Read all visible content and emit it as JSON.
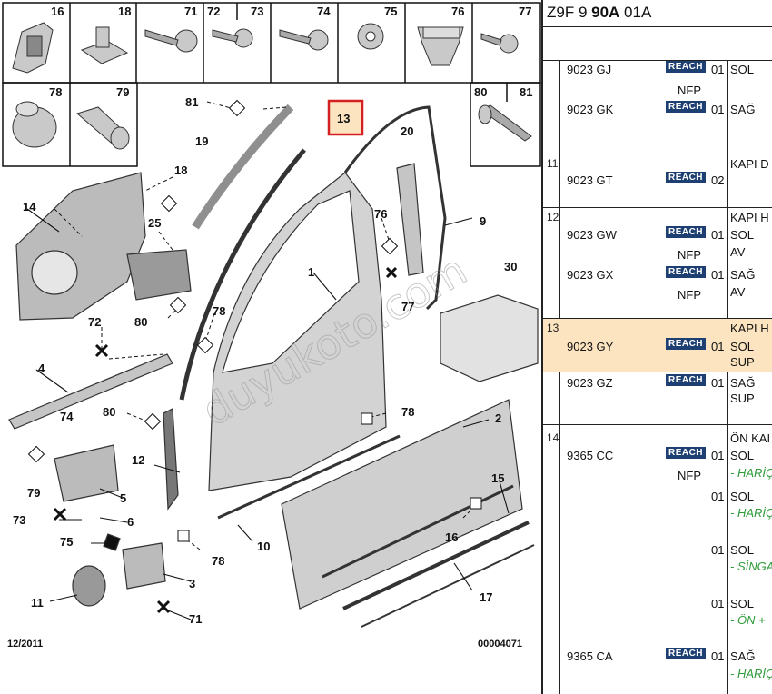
{
  "diagram": {
    "thumbs_top": [
      "16",
      "18",
      "71",
      "72",
      "73",
      "74",
      "75",
      "76",
      "77"
    ],
    "thumbs_bottom": [
      "78",
      "79",
      "80",
      "81"
    ],
    "callouts": {
      "c1": "1",
      "c2": "2",
      "c3": "3",
      "c4": "4",
      "c5": "5",
      "c6": "6",
      "c9": "9",
      "c10": "10",
      "c11": "11",
      "c12": "12",
      "c13": "13",
      "c14": "14",
      "c15": "15",
      "c16": "16",
      "c17": "17",
      "c18": "18",
      "c19": "19",
      "c20": "20",
      "c25": "25",
      "c30": "30",
      "c71": "71",
      "c72": "72",
      "c73": "73",
      "c74": "74",
      "c75": "75",
      "c76": "76",
      "c77": "77",
      "c78a": "78",
      "c78b": "78",
      "c78c": "78",
      "c79": "79",
      "c80a": "80",
      "c80b": "80",
      "c81": "81"
    },
    "date": "12/2011",
    "ref": "00004071",
    "watermark": "duyukoto.com",
    "highlight_color": "#d42020"
  },
  "parts": {
    "header": {
      "a": "Z9F 9 ",
      "b": "90A",
      "c": " 01A"
    },
    "reach_label": "REACH",
    "rows": [
      {
        "num": "",
        "entries": [
          {
            "pn": "9023 GJ",
            "qty": "01",
            "desc": [
              "SOL"
            ],
            "nfp": "NFP"
          },
          {
            "pn": "9023 GK",
            "qty": "01",
            "desc": [
              "SAĞ"
            ]
          }
        ]
      },
      {
        "num": "11",
        "entries": [
          {
            "pn": "9023 GT",
            "qty": "02",
            "desc": [
              "KAPI D"
            ]
          }
        ]
      },
      {
        "num": "12",
        "entries": [
          {
            "pn": "9023 GW",
            "qty": "01",
            "desc": [
              "KAPI H",
              "SOL",
              "AV"
            ],
            "nfp": "NFP"
          },
          {
            "pn": "9023 GX",
            "qty": "01",
            "desc": [
              "SAĞ",
              "AV"
            ],
            "nfp": "NFP"
          }
        ]
      },
      {
        "num": "13",
        "entries": [
          {
            "pn": "9023 GY",
            "qty": "01",
            "desc": [
              "KAPI H",
              "SOL",
              "SUP"
            ]
          },
          {
            "pn": "9023 GZ",
            "qty": "01",
            "desc": [
              "SAĞ",
              "SUP"
            ]
          }
        ]
      },
      {
        "num": "14",
        "entries": [
          {
            "pn": "9365 CC",
            "qty": "01",
            "desc": [
              "ÖN KAI",
              "SOL"
            ],
            "note": "- HARİÇ",
            "nfp": "NFP"
          },
          {
            "qty": "01",
            "desc": [
              "SOL"
            ],
            "note": "- HARİÇ"
          },
          {
            "qty": "01",
            "desc": [
              "SOL"
            ],
            "note": "- SİNGA"
          },
          {
            "qty": "01",
            "desc": [
              "SOL"
            ],
            "note": "- ÖN +"
          },
          {
            "pn": "9365 CA",
            "qty": "01",
            "desc": [
              "SAĞ"
            ],
            "note": "- HARİÇ"
          }
        ]
      }
    ]
  }
}
